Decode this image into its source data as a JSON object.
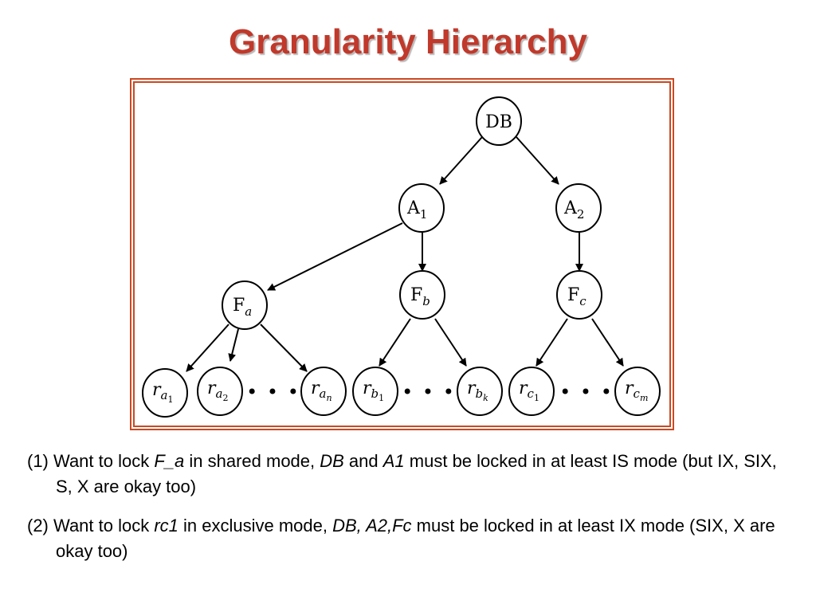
{
  "slide": {
    "title": "Granularity Hierarchy"
  },
  "diagram": {
    "nodes": {
      "db": {
        "label": "DB"
      },
      "a1": {
        "label": "A",
        "sub": "1"
      },
      "a2": {
        "label": "A",
        "sub": "2"
      },
      "fa": {
        "label": "F",
        "sub": "a"
      },
      "fb": {
        "label": "F",
        "sub": "b"
      },
      "fc": {
        "label": "F",
        "sub": "c"
      },
      "ra1": {
        "label": "r",
        "sub": "a",
        "subsub": "1"
      },
      "ra2": {
        "label": "r",
        "sub": "a",
        "subsub": "2"
      },
      "ran": {
        "label": "r",
        "sub": "a",
        "subsub": "n"
      },
      "rb1": {
        "label": "r",
        "sub": "b",
        "subsub": "1"
      },
      "rbk": {
        "label": "r",
        "sub": "b",
        "subsub": "k"
      },
      "rc1": {
        "label": "r",
        "sub": "c",
        "subsub": "1"
      },
      "rcm": {
        "label": "r",
        "sub": "c",
        "subsub": "m"
      }
    },
    "ellipsis": "• • •",
    "frame_color": "#c94a22"
  },
  "notes": [
    {
      "prefix": "(1) Want to lock ",
      "em1": "F_a",
      "mid1": " in shared mode, ",
      "em2": "DB",
      "mid2": " and ",
      "em3": "A1",
      "suffix": " must be locked in at least IS mode (but IX, SIX, S, X are okay too)"
    },
    {
      "prefix": "(2) Want to lock ",
      "em1": "rc1",
      "mid1": " in exclusive mode, ",
      "em2": "DB, A2,Fc",
      "suffix": " must be locked in at least IX mode (SIX, X are okay too)"
    }
  ],
  "colors": {
    "title": "#c0392b",
    "frame": "#c94a22"
  }
}
